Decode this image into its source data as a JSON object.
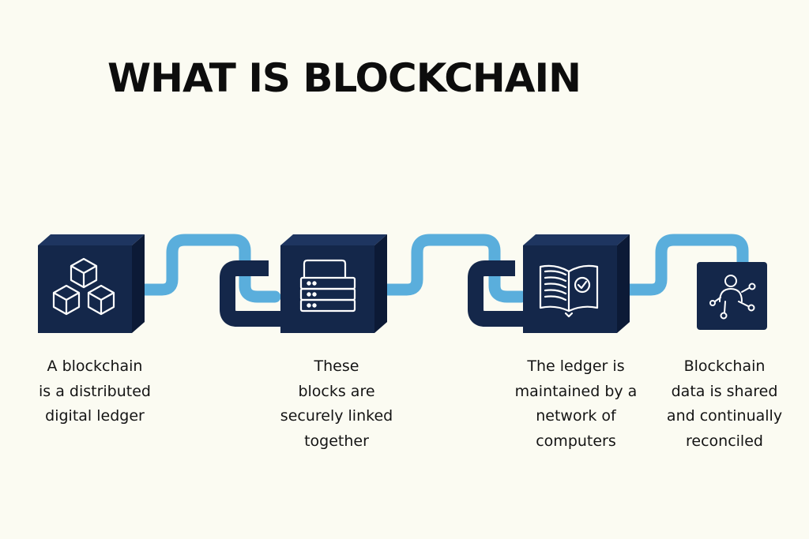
{
  "title": "WHAT IS BLOCKCHAIN",
  "colors": {
    "background": "#fbfbf2",
    "block_front": "#14274a",
    "block_side": "#0c1a36",
    "block_top": "#1e3560",
    "connector": "#5aaedc",
    "icon_stroke": "#ffffff"
  },
  "steps": [
    {
      "icon": "cubes-icon",
      "caption_lines": [
        "A blockchain",
        "is a distributed",
        "digital ledger"
      ]
    },
    {
      "icon": "server-stack-icon",
      "caption_lines": [
        "These",
        "blocks are",
        "securely linked",
        "together"
      ]
    },
    {
      "icon": "open-book-check-icon",
      "caption_lines": [
        "The ledger is",
        "maintained by a",
        "network of",
        "computers"
      ]
    },
    {
      "icon": "network-user-icon",
      "caption_lines": [
        "Blockchain",
        "data is shared",
        "and continually",
        "reconciled"
      ]
    }
  ]
}
